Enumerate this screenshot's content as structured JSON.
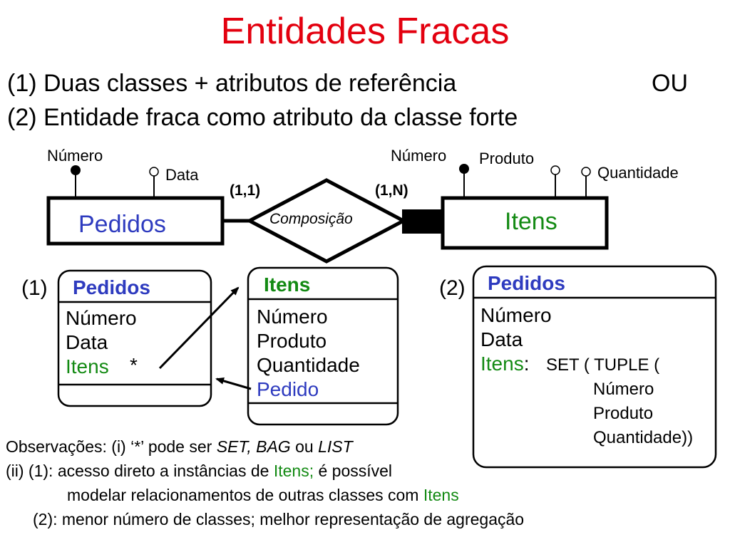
{
  "title": "Entidades Fracas",
  "header": {
    "line1": "(1) Duas classes + atributos de referência",
    "ou": "OU",
    "line2": "(2) Entidade fraca como atributo da classe forte"
  },
  "er": {
    "pedidos": {
      "name": "Pedidos",
      "attrs": [
        "Número",
        "Data"
      ]
    },
    "itens": {
      "name": "Itens",
      "attrs": [
        "Número",
        "Produto",
        "Quantidade"
      ]
    },
    "relationship": "Composição",
    "card_left": "(1,1)",
    "card_right": "(1,N)"
  },
  "option1": {
    "label": "(1)",
    "pedidos": {
      "title": "Pedidos",
      "attrs": [
        "Número",
        "Data"
      ],
      "ref": "Itens",
      "ref_mark": "*"
    },
    "itens": {
      "title": "Itens",
      "attrs": [
        "Número",
        "Produto",
        "Quantidade"
      ],
      "ref": "Pedido"
    }
  },
  "option2": {
    "label": "(2)",
    "pedidos": {
      "title": "Pedidos",
      "attrs": [
        "Número",
        "Data"
      ],
      "ref": "Itens",
      "ref_colon": ":",
      "set_text": "SET ( TUPLE (",
      "nested": [
        "Número",
        "Produto",
        "Quantidade))"
      ]
    }
  },
  "notes": {
    "obs_prefix": "Observações: (i) ‘*’ pode ser ",
    "obs_set": "SET, BAG",
    "obs_ou": " ou ",
    "obs_list": "LIST",
    "ii_prefix": "(ii) (1): acesso direto a instâncias de ",
    "ii_itens": "Itens;",
    "ii_suffix": " é possível",
    "ii_line2_prefix": "modelar relacionamentos de outras classes com ",
    "ii_line2_itens": "Itens",
    "ii_line3": "(2): menor número de classes; melhor representação de agregação"
  }
}
